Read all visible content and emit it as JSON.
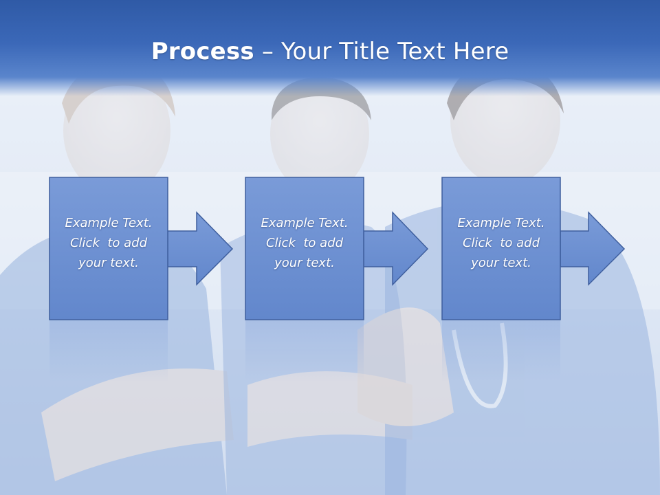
{
  "slide": {
    "title_bold": "Process",
    "title_rest": " – Your Title Text Here"
  },
  "steps": [
    {
      "line1": "Example Text.",
      "line2": "Click  to add",
      "line3": "your text."
    },
    {
      "line1": "Example Text.",
      "line2": "Click  to add",
      "line3": "your text."
    },
    {
      "line1": "Example Text.",
      "line2": "Click  to add",
      "line3": "your text."
    }
  ],
  "colors": {
    "box_fill": "#6f93d4",
    "box_stroke": "#3f5f9e",
    "title_band": "#3b68b8",
    "text": "#ffffff"
  },
  "background_image": "faded photo of three smiling medical staff in blue scrubs"
}
